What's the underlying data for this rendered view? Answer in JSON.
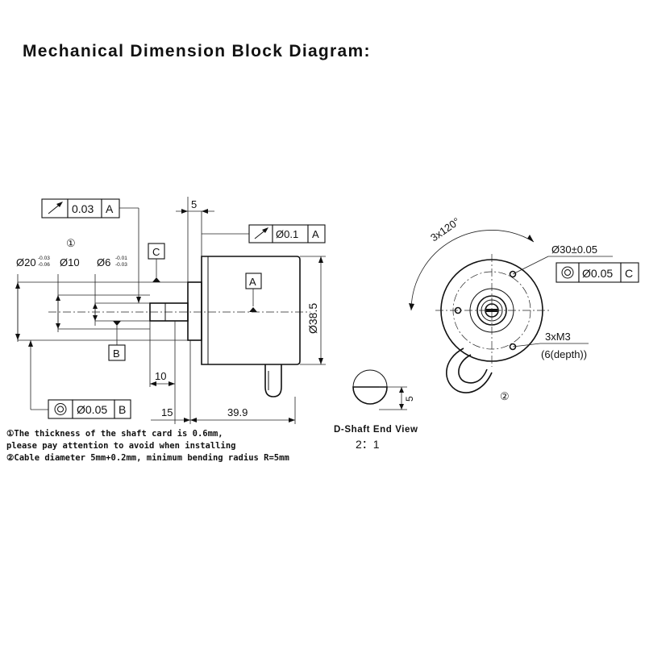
{
  "title": "Mechanical Dimension Block Diagram:",
  "tolerance_frames": {
    "runout_shaft": {
      "value": "0.03",
      "datum": "A"
    },
    "runout_face": {
      "value": "Ø0.1",
      "datum": "A"
    },
    "concentric_pilot": {
      "value": "Ø0.05",
      "datum": "B"
    },
    "concentric_end": {
      "value": "Ø0.05",
      "datum": "C"
    }
  },
  "datums": {
    "a": "A",
    "b": "B",
    "c": "C"
  },
  "dimensions": {
    "d20": "Ø20",
    "d20_upper": "-0.03",
    "d20_lower": "-0.06",
    "d10": "Ø10",
    "d6": "Ø6",
    "d6_upper": "-0.01",
    "d6_lower": "-0.03",
    "d38_5": "Ø38.5",
    "len5_top": "5",
    "len10": "10",
    "len15": "15",
    "len39_9": "39.9",
    "angle": "3x120°",
    "d30": "Ø30±0.05",
    "holes": "3xM3",
    "hole_depth": "(6(depth))",
    "dshaft_flat": "5"
  },
  "markers": {
    "note1": "①",
    "note2": "②"
  },
  "dshaft": {
    "label": "D-Shaft End View",
    "scale": "2：1"
  },
  "notes": [
    "①The thickness of the shaft card is 0.6mm,",
    "please pay attention to avoid when installing",
    "②Cable diameter 5mm+0.2mm, minimum bending radius R=5mm"
  ]
}
